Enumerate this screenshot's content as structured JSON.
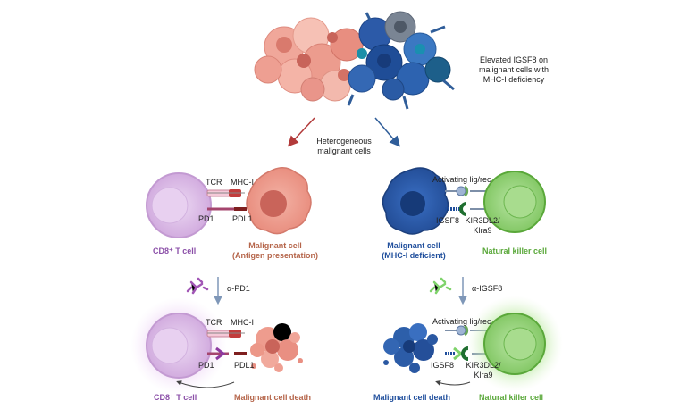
{
  "top": {
    "description": "Elevated IGSF8 on malignant cells with MHC-I deficiency",
    "description_lines": [
      "Elevated IGSF8 on",
      "malignant cells with",
      "MHC-I deficiency"
    ],
    "split_label_lines": [
      "Heterogeneous",
      "malignant cells"
    ]
  },
  "left_panel": {
    "tcr": "TCR",
    "mhc": "MHC-I",
    "pd1": "PD1",
    "pdl1": "PDL1",
    "t_cell": "CD8⁺ T cell",
    "malignant_cell_lines": [
      "Malignant cell",
      "(Antigen presentation)"
    ],
    "treatment": "α-PD1",
    "result_t_cell": "CD8⁺ T cell",
    "result_malignant": "Malignant cell death"
  },
  "right_panel": {
    "activating": "Activating lig/rec",
    "igsf8": "IGSF8",
    "kir_lines": [
      "KIR3DL2/",
      "Klra9"
    ],
    "malignant_cell_lines": [
      "Malignant cell",
      "(MHC-I deficient)"
    ],
    "nk_cell": "Natural killer cell",
    "treatment": "α-IGSF8",
    "result_malignant": "Malignant cell death",
    "result_nk": "Natural killer cell"
  },
  "colors": {
    "t_cell": "#8b4fa8",
    "malignant_pink": "#b5654a",
    "malignant_blue": "#1f4e9c",
    "nk_green": "#5aa83a",
    "arrow_red": "#b23a3a",
    "arrow_blue": "#2f5d99"
  }
}
